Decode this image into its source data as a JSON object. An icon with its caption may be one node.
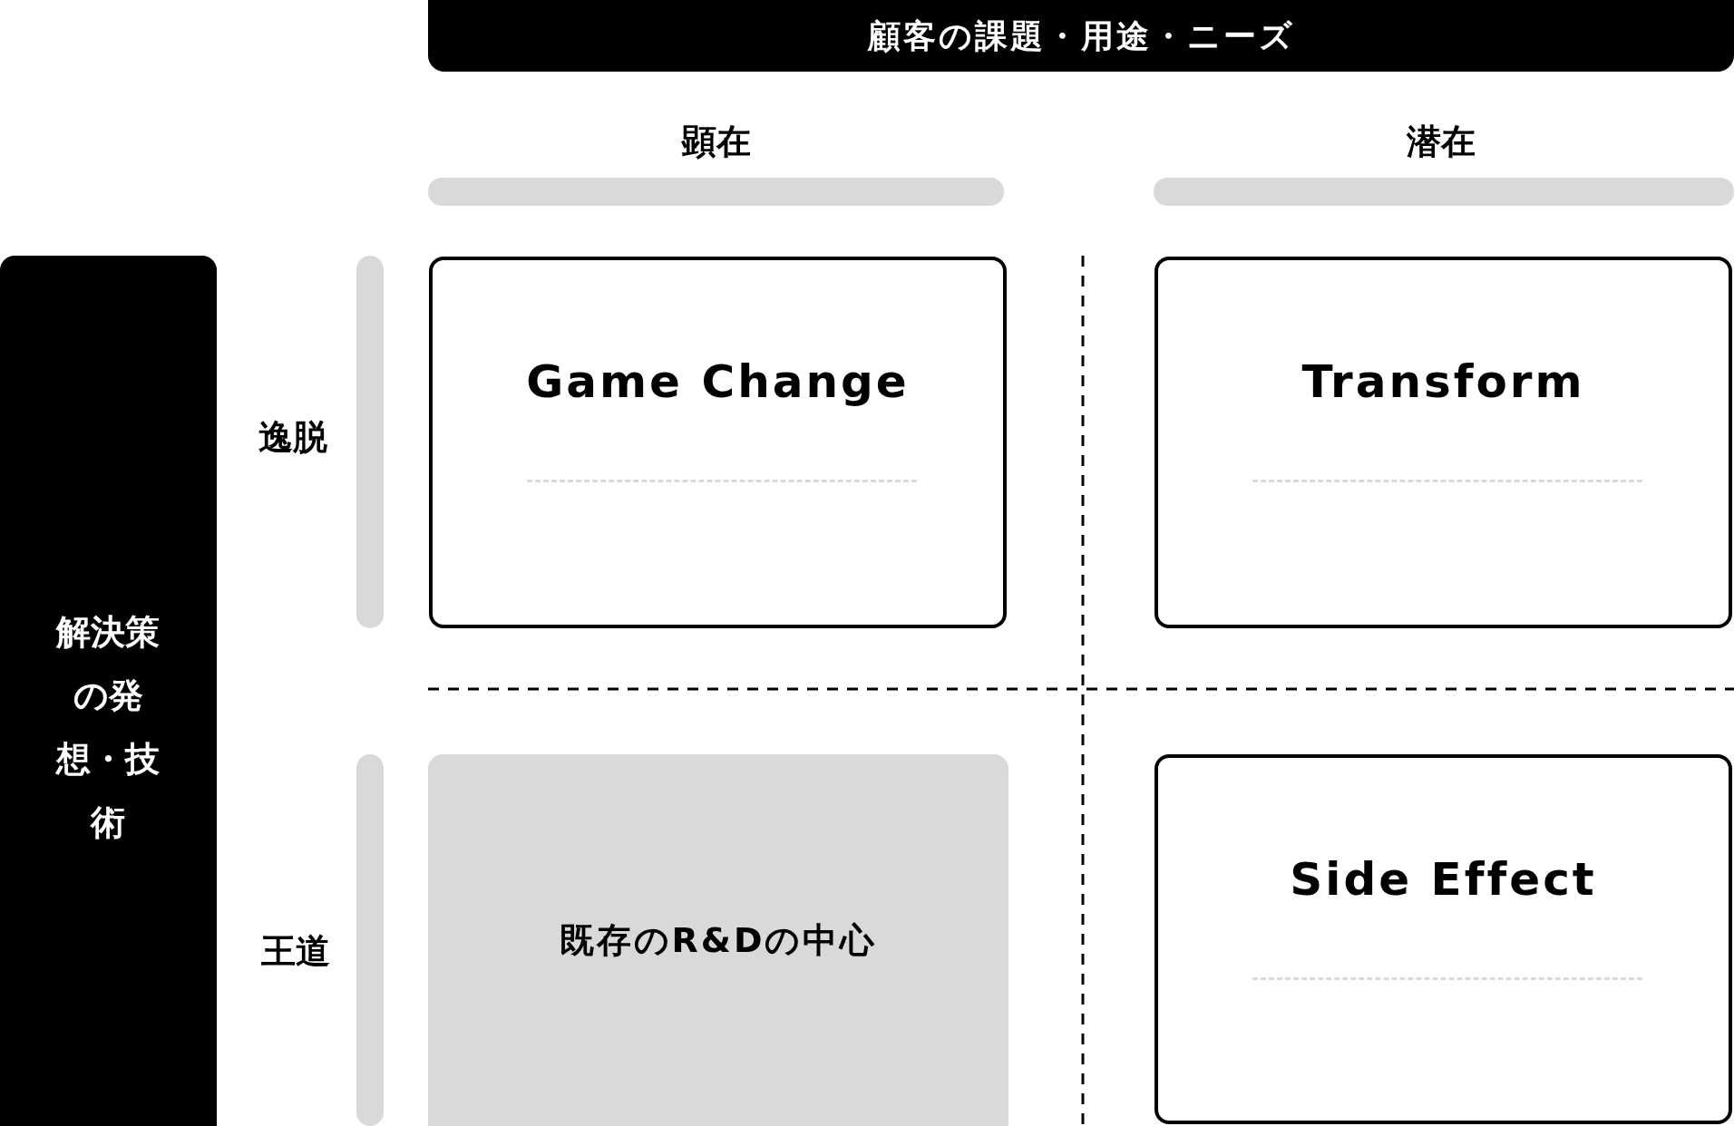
{
  "diagram": {
    "nodes": [
      {
        "text": [
          "顧客の課題・用途・ニーズ"
        ]
      },
      {
        "text": [
          "解決策の発想・技術"
        ]
      },
      {
        "text": [
          "Game Change"
        ]
      },
      {
        "text": [
          "Transform"
        ]
      },
      {
        "text": [
          "既存のR&Dの中心"
        ]
      },
      {
        "text": [
          "Side Effect"
        ]
      },
      {
        "text": [],
        "shape": "bar"
      },
      {
        "text": [],
        "shape": "bar"
      },
      {
        "text": [],
        "shape": "bar"
      },
      {
        "text": [],
        "shape": "bar"
      }
    ],
    "labels": [
      "顕在",
      "潜在",
      "逸脱",
      "王道"
    ]
  }
}
